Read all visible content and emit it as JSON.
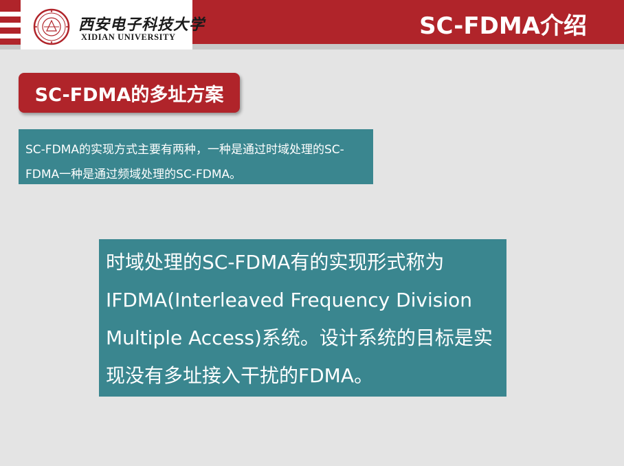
{
  "header": {
    "title": "SC-FDMA介绍",
    "logo": {
      "name_cn": "西安电子科技大学",
      "name_en": "XIDIAN UNIVERSITY",
      "seal_icon": "university-seal-icon"
    }
  },
  "section": {
    "label": "SC-FDMA的多址方案"
  },
  "intro": {
    "text": "SC-FDMA的实现方式主要有两种，一种是通过时域处理的SC-FDMA一种是通过频域处理的SC-FDMA。"
  },
  "detail": {
    "text": "时域处理的SC-FDMA有的实现形式称为IFDMA(Interleaved Frequency Division Multiple Access)系统。设计系统的目标是实现没有多址接入干扰的FDMA。"
  },
  "colors": {
    "brand_red": "#b0242a",
    "teal": "#3a868f",
    "background": "#e4e4e4"
  }
}
